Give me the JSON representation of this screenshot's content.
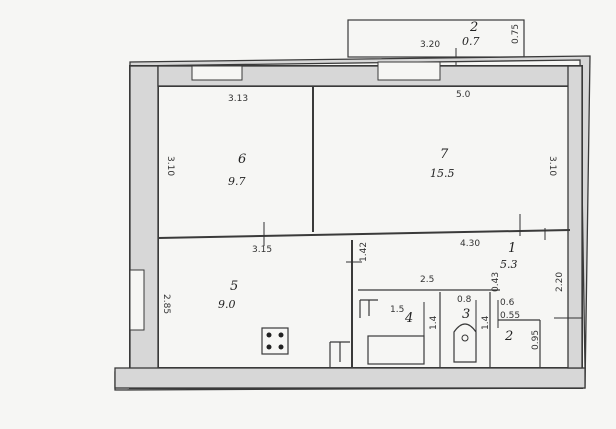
{
  "rooms": [
    {
      "id": "1",
      "area": "5.3"
    },
    {
      "id": "2",
      "area": "0.7"
    },
    {
      "id": "3",
      "area": ""
    },
    {
      "id": "4",
      "area": ""
    },
    {
      "id": "5",
      "area": "9.0"
    },
    {
      "id": "6",
      "area": "9.7"
    },
    {
      "id": "7",
      "area": "15.5"
    }
  ],
  "dimensions": {
    "balcony_len": "3.20",
    "balcony_side": "0.75",
    "room6_top": "3.13",
    "room7_top": "5.0",
    "room6_left": "3.10",
    "room7_right": "3.10",
    "room5_top": "3.15",
    "room5_left": "2.85",
    "hall_top": "4.30",
    "hall_right": "2.20",
    "door_step": "1.42",
    "bath_top": "2.5",
    "bath_len": "1.5",
    "bath_h": "1.4",
    "wc_w": "0.8",
    "wc_h": "1.4",
    "closet_top": "0.6",
    "closet_w": "0.55",
    "closet_h": "0.95",
    "closet_small": "0.43"
  },
  "colors": {
    "wall": "#3a3a3a",
    "wall_fill": "#d7d7d7",
    "paper": "#f6f6f4"
  }
}
